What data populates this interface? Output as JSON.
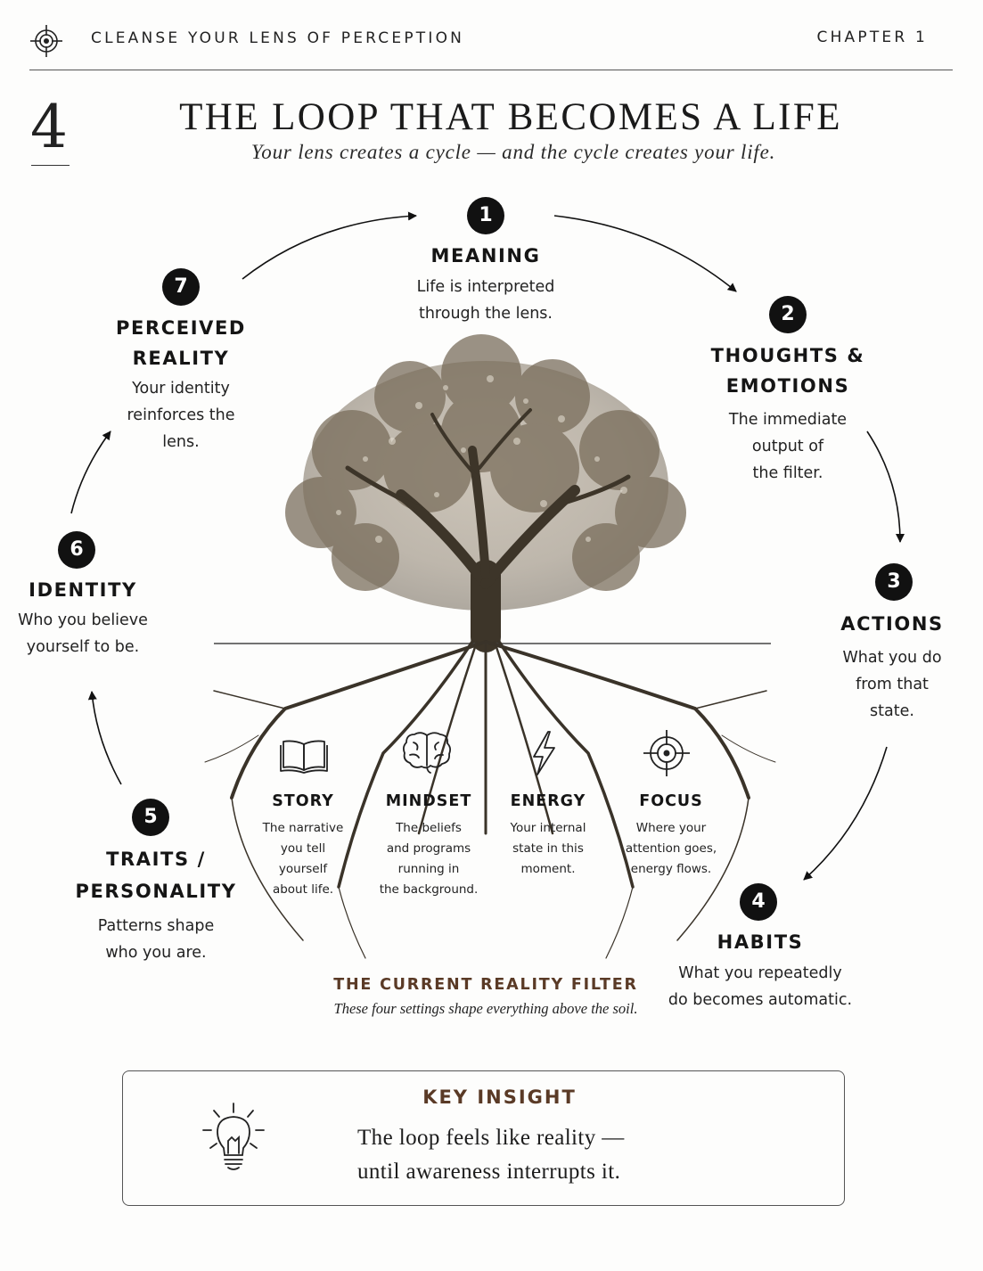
{
  "header": {
    "book_title": "CLEANSE YOUR LENS OF PERCEPTION",
    "chapter": "CHAPTER 1"
  },
  "page_number": "4",
  "title": "THE LOOP THAT BECOMES A LIFE",
  "subtitle": "Your lens creates a cycle — and the cycle creates your life.",
  "loop_steps": [
    {
      "num": "1",
      "title": "MEANING",
      "title2": "",
      "desc": [
        "Life is interpreted",
        "through the lens."
      ]
    },
    {
      "num": "2",
      "title": "THOUGHTS &",
      "title2": "EMOTIONS",
      "desc": [
        "The immediate",
        "output of",
        "the filter."
      ]
    },
    {
      "num": "3",
      "title": "ACTIONS",
      "title2": "",
      "desc": [
        "What you do",
        "from that",
        "state."
      ]
    },
    {
      "num": "4",
      "title": "HABITS",
      "title2": "",
      "desc": [
        "What you repeatedly",
        "do becomes automatic."
      ]
    },
    {
      "num": "5",
      "title": "TRAITS /",
      "title2": "PERSONALITY",
      "desc": [
        "Patterns shape",
        "who you are."
      ]
    },
    {
      "num": "6",
      "title": "IDENTITY",
      "title2": "",
      "desc": [
        "Who you believe",
        "yourself to be."
      ]
    },
    {
      "num": "7",
      "title": "PERCEIVED",
      "title2": "REALITY",
      "desc": [
        "Your identity",
        "reinforces the",
        "lens."
      ]
    }
  ],
  "roots": [
    {
      "icon": "book-icon",
      "title": "STORY",
      "desc": [
        "The narrative",
        "you tell",
        "yourself",
        "about life."
      ]
    },
    {
      "icon": "brain-icon",
      "title": "MINDSET",
      "desc": [
        "The beliefs",
        "and programs",
        "running in",
        "the background."
      ]
    },
    {
      "icon": "lightning-icon",
      "title": "ENERGY",
      "desc": [
        "Your internal",
        "state in this",
        "moment."
      ]
    },
    {
      "icon": "target-icon",
      "title": "FOCUS",
      "desc": [
        "Where your",
        "attention goes,",
        "energy flows."
      ]
    }
  ],
  "filter": {
    "title": "THE CURRENT REALITY FILTER",
    "desc": "These four settings shape everything above the soil."
  },
  "insight": {
    "title": "KEY INSIGHT",
    "line1": "The loop feels like reality —",
    "line2": "until awareness interrupts it."
  }
}
